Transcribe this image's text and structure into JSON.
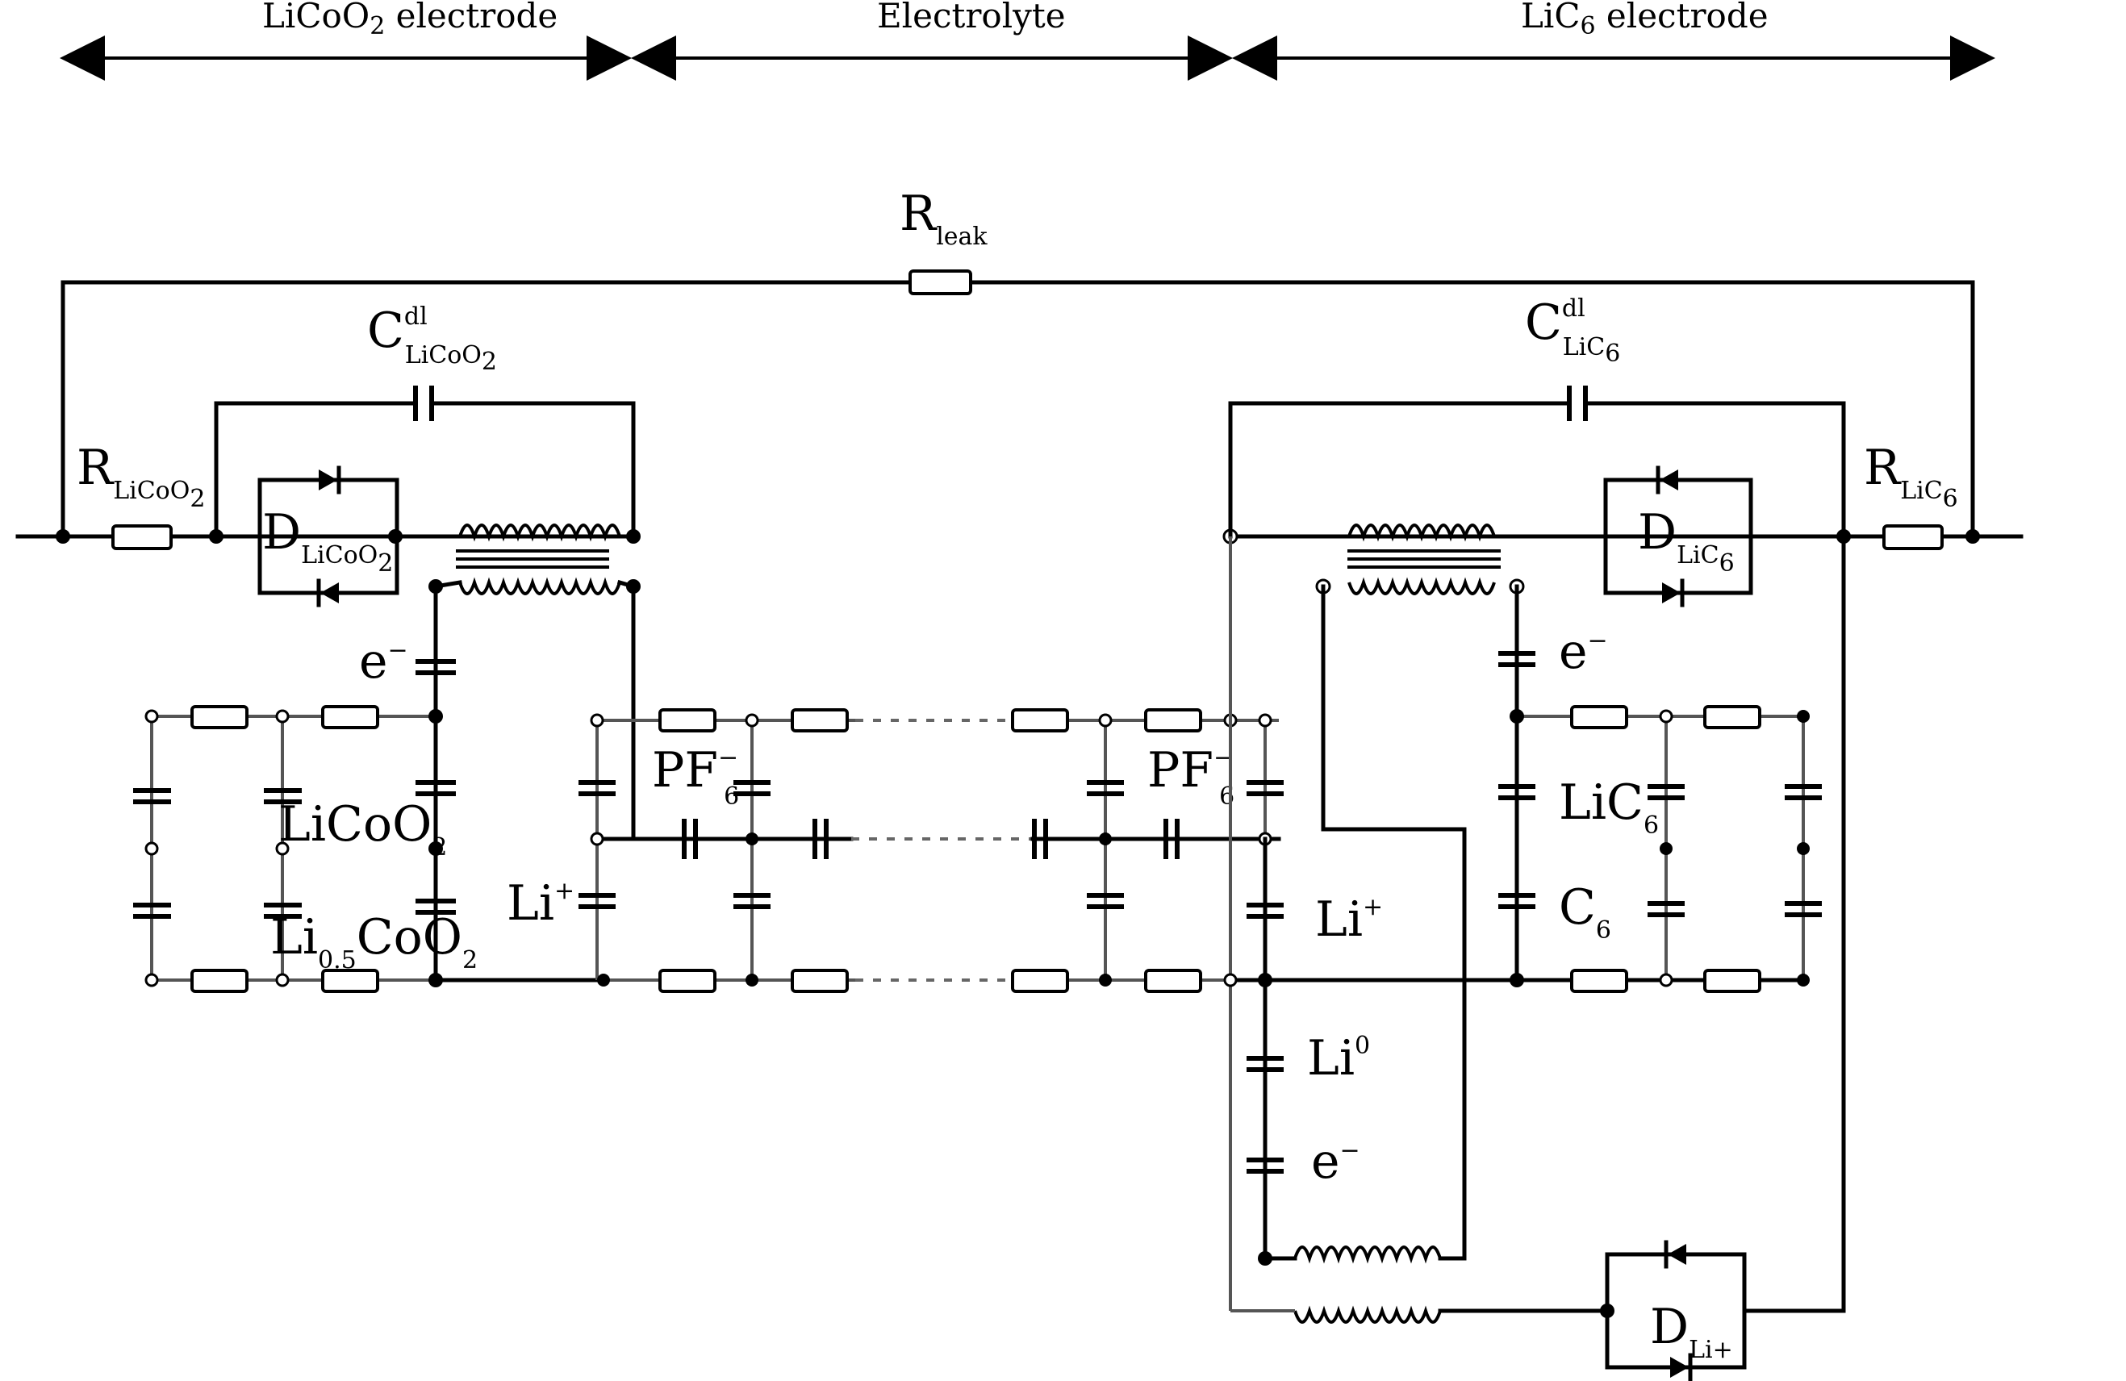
{
  "header": {
    "left": {
      "base": "LiCoO",
      "sub": "2",
      "rest": " electrode"
    },
    "middle": "Electrolyte",
    "right": {
      "base": "LiC",
      "sub": "6",
      "rest": " electrode"
    }
  },
  "labels": {
    "r_leak": {
      "base": "R",
      "sub": "leak"
    },
    "c_dl_licoo2": {
      "base": "C",
      "sup": "dl",
      "sub": "LiCoO",
      "sub2": "2"
    },
    "c_dl_lic6": {
      "base": "C",
      "sup": "dl",
      "sub": "LiC",
      "sub2": "6"
    },
    "r_licoo2": {
      "base": "R",
      "sub": "LiCoO",
      "sub2": "2"
    },
    "r_lic6": {
      "base": "R",
      "sub": "LiC",
      "sub2": "6"
    },
    "d_licoo2": {
      "base": "D",
      "sub": "LiCoO",
      "sub2": "2"
    },
    "d_lic6": {
      "base": "D",
      "sub": "LiC",
      "sub2": "6"
    },
    "d_li_plus": {
      "base": "D",
      "sub": "Li+"
    },
    "e_minus": {
      "base": "e",
      "sup": "−"
    },
    "licoo2": {
      "base": "LiCoO",
      "sub": "2"
    },
    "li05coo2": {
      "base": "Li",
      "sub": "0.5",
      "mid": "CoO",
      "sub2": "2"
    },
    "li_plus": {
      "base": "Li",
      "sup": "+"
    },
    "pf6": {
      "base": "PF",
      "sup": "−",
      "sub": "6"
    },
    "lic6": {
      "base": "LiC",
      "sub": "6"
    },
    "c6": {
      "base": "C",
      "sub": "6"
    },
    "li0": {
      "base": "Li",
      "sup": "0"
    }
  }
}
